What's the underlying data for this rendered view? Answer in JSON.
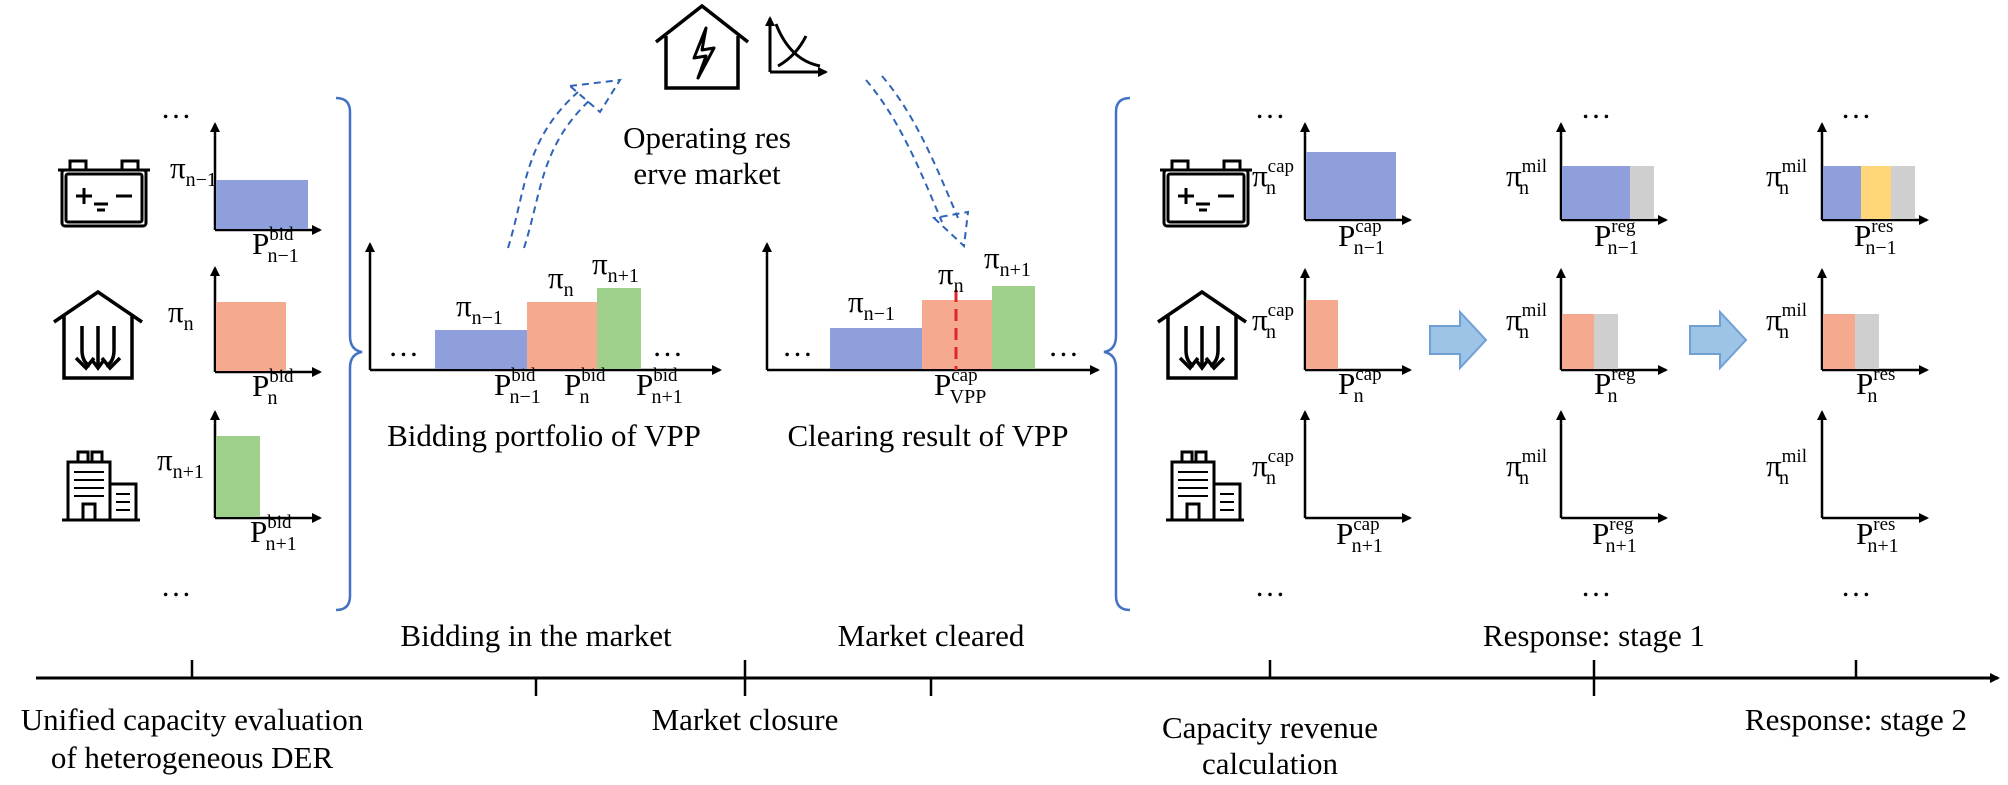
{
  "colors": {
    "blue": "#8f9fdb",
    "orange": "#f5a98e",
    "green": "#9fd08b",
    "yellow": "#ffd67a",
    "gray": "#cfcfcf",
    "bracket": "#4472c4",
    "arrow": "#9dc3e6",
    "dashed_arrow": "#2e63b8",
    "cleared_line": "#e0262a"
  },
  "icons": {
    "battery": "battery-icon",
    "heat_pump_house": "heat-pump-house-icon",
    "building": "building-icon",
    "market_house": "lightning-house-icon",
    "price_curve": "price-curve-icon"
  },
  "ellipsis": "…",
  "pi": "π",
  "sub": {
    "nm1": "n−1",
    "n": "n",
    "np1": "n+1",
    "vpp": "VPP"
  },
  "sup": {
    "bid": "bid",
    "cap": "cap",
    "mil": "mil",
    "reg": "reg",
    "res": "res"
  },
  "P": "P",
  "market_title_line1": "Operating res",
  "market_title_line2": "erve market",
  "bidding_portfolio_title": "Bidding portfolio of VPP",
  "clearing_result_title": "Clearing result of VPP",
  "timeline_above": {
    "bidding": "Bidding in the market",
    "cleared": "Market cleared",
    "response1": "Response: stage 1"
  },
  "timeline_below": {
    "unified_1": "Unified capacity evaluation",
    "unified_2": "of heterogeneous DER",
    "closure": "Market closure",
    "capacity_1": "Capacity revenue",
    "capacity_2": "calculation",
    "response2": "Response: stage 2"
  }
}
